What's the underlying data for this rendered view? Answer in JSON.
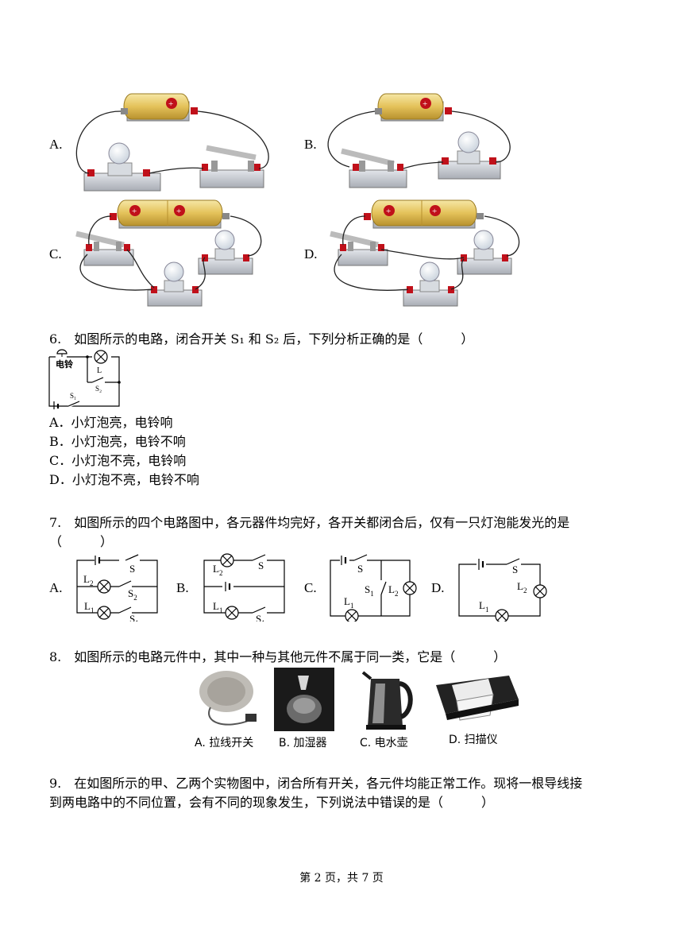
{
  "q5_options": [
    "A.",
    "B.",
    "C.",
    "D."
  ],
  "q6": {
    "prompt": "6.　如图所示的电路，闭合开关 S₁ 和 S₂ 后，下列分析正确的是（　　　）",
    "fig_bell": "电铃",
    "fig_L": "L",
    "fig_S1": "S₁",
    "fig_S2": "S₂",
    "options": [
      "A．小灯泡亮，电铃响",
      "B．小灯泡亮，电铃不响",
      "C．小灯泡不亮，电铃响",
      "D．小灯泡不亮，电铃不响"
    ]
  },
  "q7": {
    "prompt_line1": "7.　如图所示的四个电路图中，各元器件均完好，各开关都闭合后，仅有一只灯泡能发光的是",
    "prompt_line2": "（　　　）",
    "labels": [
      "A.",
      "B.",
      "C.",
      "D."
    ]
  },
  "q8": {
    "prompt": "8.　如图所示的电路元件中，其中一种与其他元件不属于同一类，它是（　　　）",
    "captions": [
      "A. 拉线开关",
      "B. 加湿器",
      "C. 电水壶",
      "D. 扫描仪"
    ]
  },
  "q9": {
    "line1": "9.　在如图所示的甲、乙两个实物图中，闭合所有开关，各元件均能正常工作。现将一根导线接",
    "line2": "到两电路中的不同位置，会有不同的现象发生，下列说法中错误的是（　　　）"
  },
  "footer": "第 2 页，共 7 页",
  "colors": {
    "battery": "#e8c860",
    "terminal": "#c0101a",
    "base": "#c9ccd2"
  }
}
